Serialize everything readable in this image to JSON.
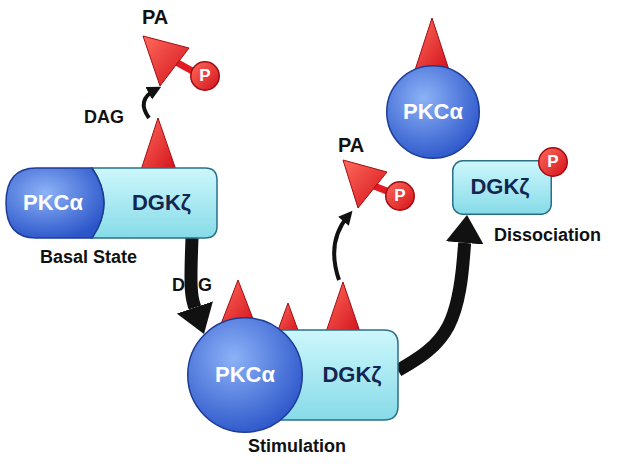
{
  "diagram": {
    "nodes": [
      {
        "text": [
          "PKCα"
        ]
      },
      {
        "text": [
          "DGKζ"
        ]
      },
      {
        "text": [
          "P"
        ]
      },
      {
        "text": [
          "PKCα"
        ]
      },
      {
        "text": [
          "DGKζ"
        ]
      },
      {
        "text": [
          "P"
        ]
      },
      {
        "text": [
          "PKCα"
        ]
      },
      {
        "text": [
          "DGKζ"
        ]
      },
      {
        "text": [
          "P"
        ]
      }
    ],
    "edges": [
      {
        "from": 1,
        "to": 3,
        "arrow": "to"
      },
      {
        "from": 4,
        "to": 7,
        "arrow": "to"
      }
    ],
    "labels": [
      "PA",
      "DAG",
      "Basal State",
      "PA",
      "DAG",
      "Stimulation",
      "Dissociation"
    ]
  }
}
